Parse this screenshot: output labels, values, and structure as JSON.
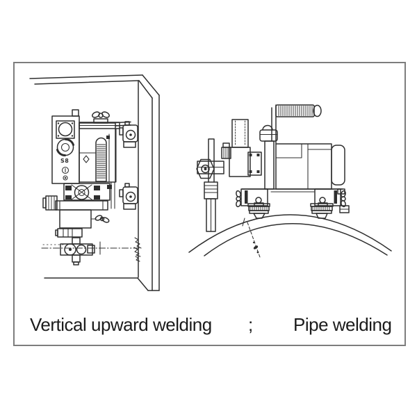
{
  "caption": {
    "left": "Vertical upward welding",
    "separator": ";",
    "right": "Pipe welding"
  },
  "figures": {
    "left": {
      "panel_label": "S8"
    }
  },
  "colors": {
    "ink": "#2e2e2e",
    "caption_text": "#1c1c1c",
    "frame_border": "#7d7d7d",
    "background": "#ffffff"
  }
}
